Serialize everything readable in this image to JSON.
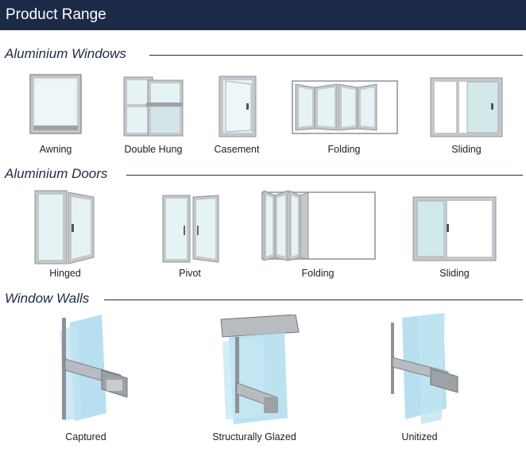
{
  "header": {
    "title": "Product Range"
  },
  "sections": {
    "windows": {
      "title": "Aluminium Windows",
      "items": [
        "Awning",
        "Double Hung",
        "Casement",
        "Folding",
        "Sliding"
      ]
    },
    "doors": {
      "title": "Aluminium Doors",
      "items": [
        "Hinged",
        "Pivot",
        "Folding",
        "Sliding"
      ]
    },
    "walls": {
      "title": "Window Walls",
      "items": [
        "Captured",
        "Structurally Glazed",
        "Unitized"
      ]
    }
  },
  "colors": {
    "header_bg": "#1b2a47",
    "section_text": "#1d2c48",
    "frame": "#a9adb2",
    "glass": "#dbeef0",
    "wall_glass": "#9fd4ea"
  }
}
